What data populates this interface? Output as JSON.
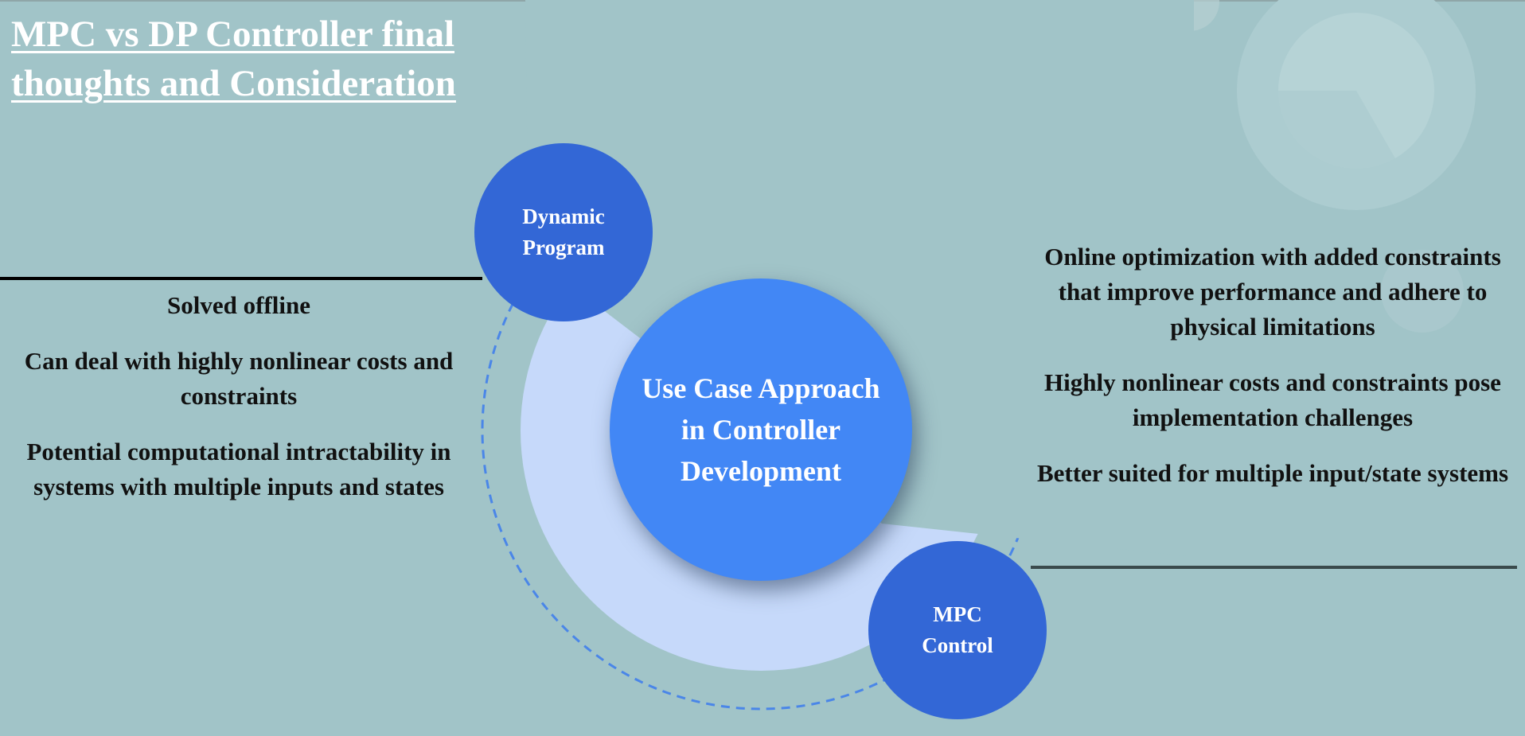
{
  "title": {
    "line1": "MPC vs DP Controller final",
    "line2": "thoughts and Consideration"
  },
  "colors": {
    "background": "#a1c4c8",
    "center_circle": "#4287f5",
    "node_circle": "#3367d6",
    "arc_ring": "#c6d9fa",
    "dashed_ring": "#4a86e8",
    "divider_left": "#000000",
    "divider_right": "#3a4a4c"
  },
  "center": {
    "line1": "Use Case Approach",
    "line2": "in Controller",
    "line3": "Development"
  },
  "dp_node": {
    "line1": "Dynamic",
    "line2": "Program"
  },
  "mpc_node": {
    "line1": "MPC",
    "line2": "Control"
  },
  "left_points": [
    "Solved offline",
    "Can deal with highly nonlinear costs and constraints",
    "Potential computational intractability in systems with multiple inputs and states"
  ],
  "right_points": [
    "Online optimization with added constraints that improve performance and adhere to physical limitations",
    "Highly nonlinear costs and constraints pose implementation challenges",
    "Better suited for multiple input/state systems"
  ]
}
